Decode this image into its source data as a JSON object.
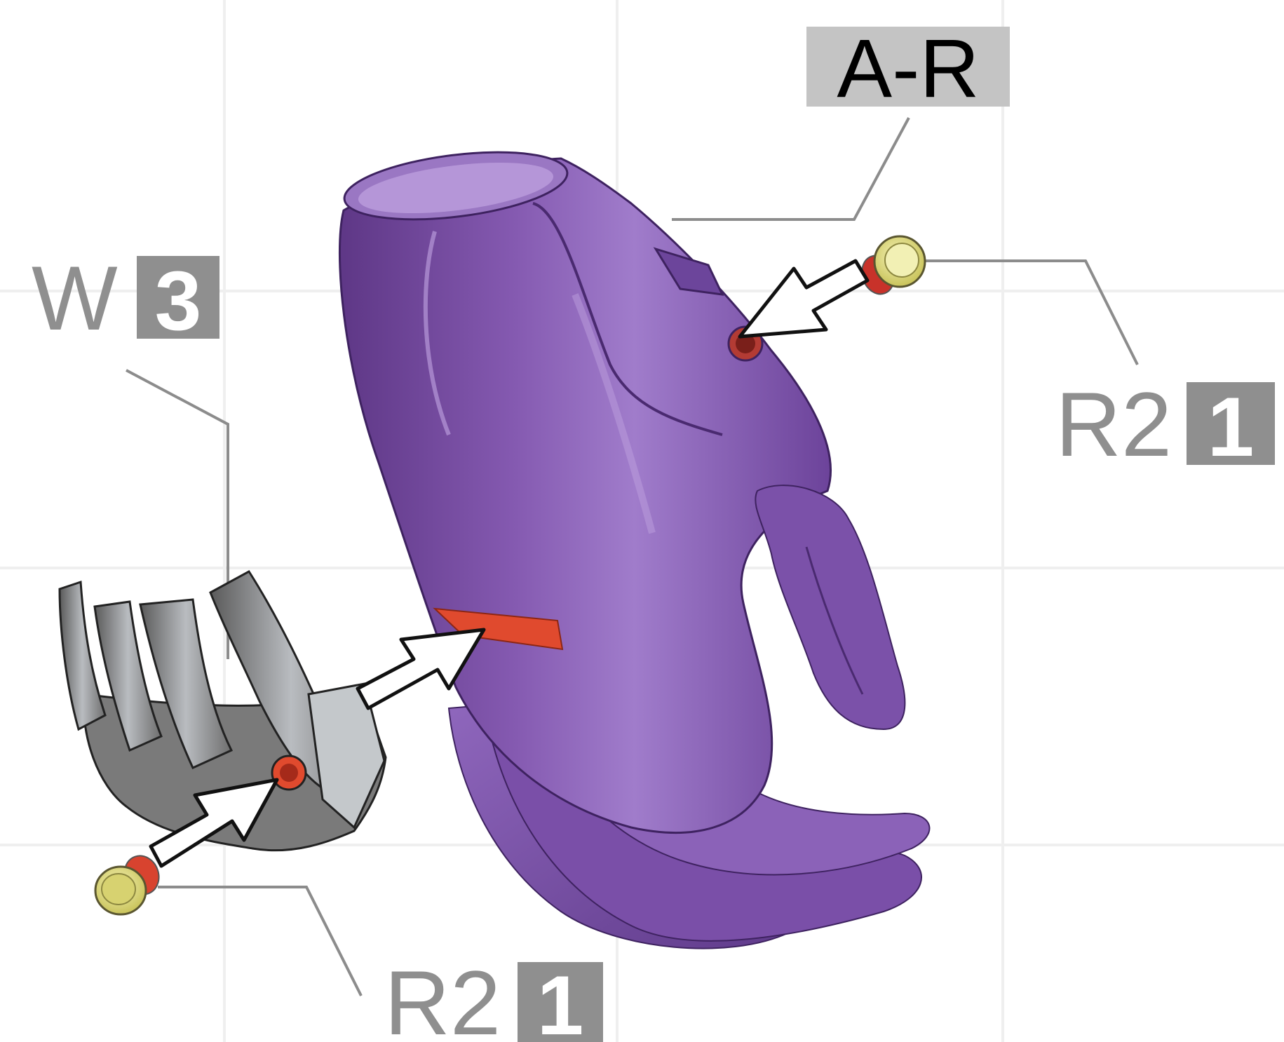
{
  "labels": {
    "arm_part": {
      "code": "A-R"
    },
    "hand_part": {
      "code": "W",
      "quantity": "3"
    },
    "pin_top": {
      "code": "R2",
      "quantity": "1"
    },
    "pin_bottom": {
      "code": "R2",
      "quantity": "1"
    }
  },
  "colors": {
    "part_purple": "#7b4fa6",
    "part_purple_dark": "#5a3480",
    "part_purple_light": "#a27fca",
    "hand_grey": "#8a8a8a",
    "hand_light": "#d9dde0",
    "hand_dark": "#4a4a4a",
    "pin_yellow": "#e3e07a",
    "pin_red": "#c8322a",
    "marker_red": "#e04a2e",
    "leader_grey": "#8c8c8c",
    "label_text_grey": "#8f8f8f",
    "label_box_grey": "#8f8f8f",
    "header_box": "#c4c4c4",
    "grid_faint": "#ececec"
  }
}
